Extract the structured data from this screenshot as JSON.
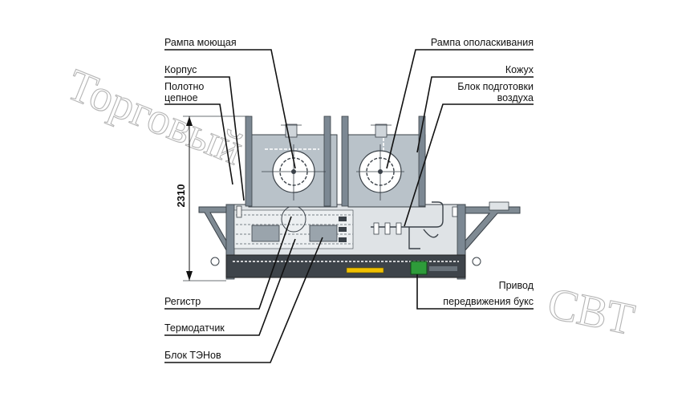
{
  "labels": {
    "wash_ramp": "Рампа моющая",
    "housing": "Корпус",
    "chain_belt_line1": "Полотно",
    "chain_belt_line2": "цепное",
    "rinse_ramp": "Рампа ополаскивания",
    "casing": "Кожух",
    "air_prep_line1": "Блок подготовки",
    "air_prep_line2": "воздуха",
    "register": "Регистр",
    "thermosensor": "Термодатчик",
    "heater_block": "Блок ТЭНов",
    "drive_line1": "Привод",
    "drive_line2": "передвижения букс"
  },
  "dimension": {
    "height": "2310"
  },
  "watermark": {
    "left": "Торговый",
    "right": "СВТ"
  },
  "colors": {
    "frame": "#7f8a93",
    "tank": "#b9c2c9",
    "body": "#dfe3e6",
    "heater_element": "#f0c000",
    "drive_unit": "#2e9c3a"
  }
}
